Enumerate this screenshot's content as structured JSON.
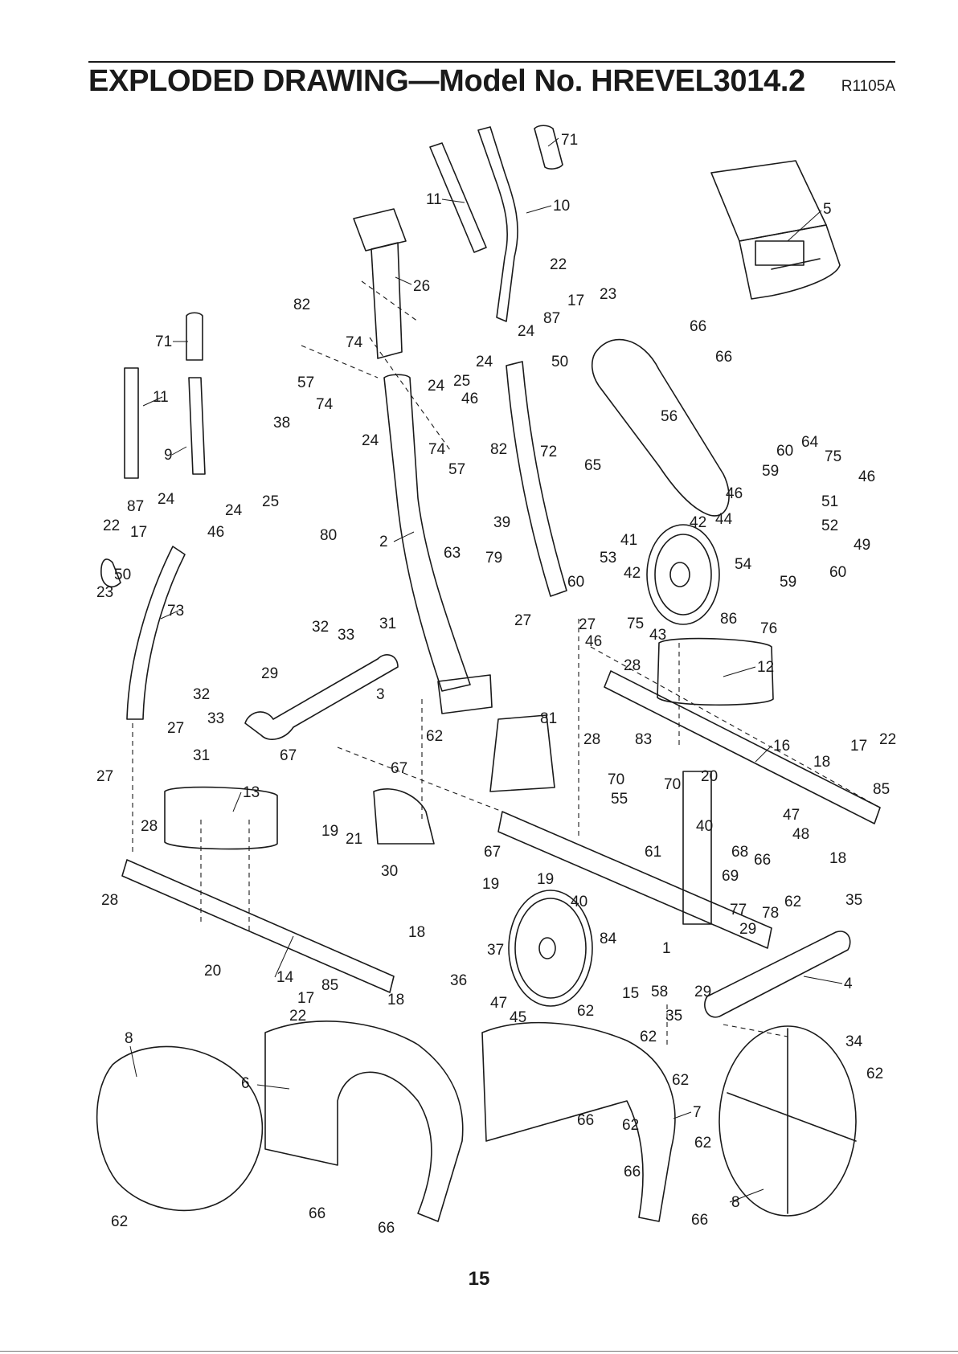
{
  "header": {
    "title": "EXPLODED DRAWING—Model No. HREVEL3014.2",
    "drawing_code": "R1105A"
  },
  "footer": {
    "page_number": "15"
  },
  "part_labels": {
    "p1": "1",
    "p2": "2",
    "p3": "3",
    "p4": "4",
    "p5": "5",
    "p6": "6",
    "p7": "7",
    "p8": "8",
    "p9": "9",
    "p10": "10",
    "p11": "11",
    "p12": "12",
    "p13": "13",
    "p14": "14",
    "p15": "15",
    "p16": "16",
    "p17": "17",
    "p18": "18",
    "p19": "19",
    "p20": "20",
    "p21": "21",
    "p22": "22",
    "p23": "23",
    "p24": "24",
    "p25": "25",
    "p26": "26",
    "p27": "27",
    "p28": "28",
    "p29": "29",
    "p30": "30",
    "p31": "31",
    "p32": "32",
    "p33": "33",
    "p34": "34",
    "p35": "35",
    "p36": "36",
    "p37": "37",
    "p38": "38",
    "p39": "39",
    "p40": "40",
    "p41": "41",
    "p42": "42",
    "p43": "43",
    "p44": "44",
    "p45": "45",
    "p46": "46",
    "p47": "47",
    "p48": "48",
    "p49": "49",
    "p50": "50",
    "p51": "51",
    "p52": "52",
    "p53": "53",
    "p54": "54",
    "p55": "55",
    "p56": "56",
    "p57": "57",
    "p58": "58",
    "p59": "59",
    "p60": "60",
    "p61": "61",
    "p62": "62",
    "p63": "63",
    "p64": "64",
    "p65": "65",
    "p66": "66",
    "p67": "67",
    "p68": "68",
    "p69": "69",
    "p70": "70",
    "p71": "71",
    "p72": "72",
    "p73": "73",
    "p74": "74",
    "p75": "75",
    "p76": "76",
    "p77": "77",
    "p78": "78",
    "p79": "79",
    "p80": "80",
    "p81": "81",
    "p82": "82",
    "p83": "83",
    "p84": "84",
    "p85": "85",
    "p86": "86",
    "p87": "87"
  }
}
